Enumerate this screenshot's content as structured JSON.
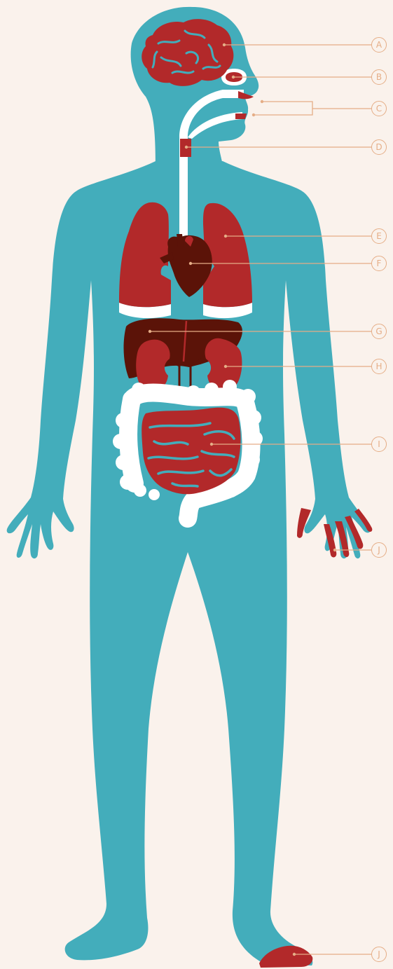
{
  "colors": {
    "background": "#faf2ec",
    "body": "#43adbb",
    "organ_red": "#b2292a",
    "organ_dark": "#5b1308",
    "white": "#ffffff",
    "leader_line": "#e5ad86"
  },
  "labels": {
    "a": "A",
    "b": "B",
    "c": "C",
    "d": "D",
    "e": "E",
    "f": "F",
    "g": "G",
    "h": "H",
    "i": "I",
    "j_hand": "J",
    "j_foot": "J"
  }
}
